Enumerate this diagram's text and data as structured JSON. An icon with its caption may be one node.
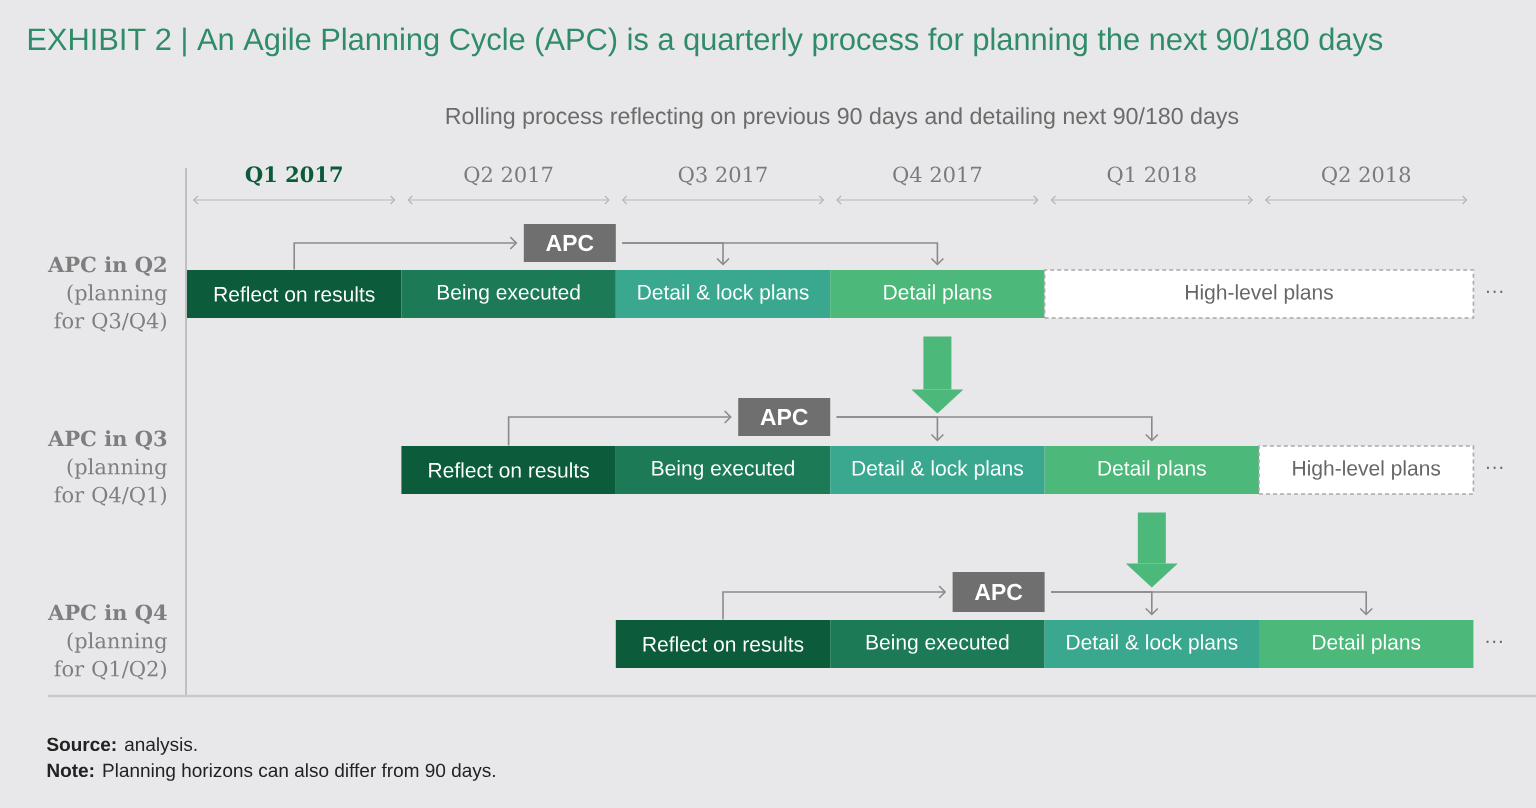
{
  "diagram": {
    "title": "EXHIBIT 2 | An Agile Planning Cycle (APC) is a quarterly process for planning the next 90/180 days",
    "nodes": [
      {
        "text": [
          "APC"
        ]
      },
      {
        "text": [
          "Reflect on results"
        ]
      },
      {
        "text": [
          "Being executed"
        ]
      },
      {
        "text": [
          "Detail & lock plans"
        ]
      },
      {
        "text": [
          "Detail plans"
        ]
      },
      {
        "text": [
          "High-level plans"
        ],
        "beside": [
          "···"
        ]
      },
      {
        "text": [
          "APC"
        ]
      },
      {
        "text": [
          "Reflect on results"
        ]
      },
      {
        "text": [
          "Being executed"
        ]
      },
      {
        "text": [
          "Detail & lock plans"
        ]
      },
      {
        "text": [
          "Detail plans"
        ]
      },
      {
        "text": [
          "High-level plans"
        ],
        "beside": [
          "···"
        ]
      },
      {
        "text": [
          "APC"
        ]
      },
      {
        "text": [
          "Reflect on results"
        ]
      },
      {
        "text": [
          "Being executed"
        ]
      },
      {
        "text": [
          "Detail & lock plans"
        ]
      },
      {
        "text": [
          "Detail plans"
        ],
        "beside": [
          "···"
        ]
      }
    ],
    "edges": [
      {
        "from": 1,
        "to": 0,
        "arrow": "to"
      },
      {
        "from": 0,
        "to": 3,
        "arrow": "to"
      },
      {
        "from": 0,
        "to": 4,
        "arrow": "to"
      },
      {
        "from": 4,
        "to": 9,
        "arrow": "to",
        "style": "thick",
        "color": "#4cb879"
      },
      {
        "from": 7,
        "to": 6,
        "arrow": "to"
      },
      {
        "from": 6,
        "to": 9,
        "arrow": "to"
      },
      {
        "from": 6,
        "to": 10,
        "arrow": "to"
      },
      {
        "from": 10,
        "to": 15,
        "arrow": "to",
        "style": "thick",
        "color": "#4cb879"
      },
      {
        "from": 13,
        "to": 12,
        "arrow": "to"
      },
      {
        "from": 12,
        "to": 15,
        "arrow": "to"
      },
      {
        "from": 12,
        "to": 16,
        "arrow": "to"
      }
    ],
    "labels": [
      "Rolling process reflecting on previous 90 days and detailing next 90/180 days",
      "Q1 2017",
      "Q2 2017",
      "Q3 2017",
      "Q4 2017",
      "Q1 2018",
      "Q2 2018",
      "APC in Q2",
      "(planning for Q3/Q4)",
      "APC in Q3",
      "(planning for Q4/Q1)",
      "APC in Q4",
      "(planning for Q1/Q2)",
      "**Source:** analysis.",
      "**Note:** Planning horizons can also differ from 90 days."
    ]
  }
}
